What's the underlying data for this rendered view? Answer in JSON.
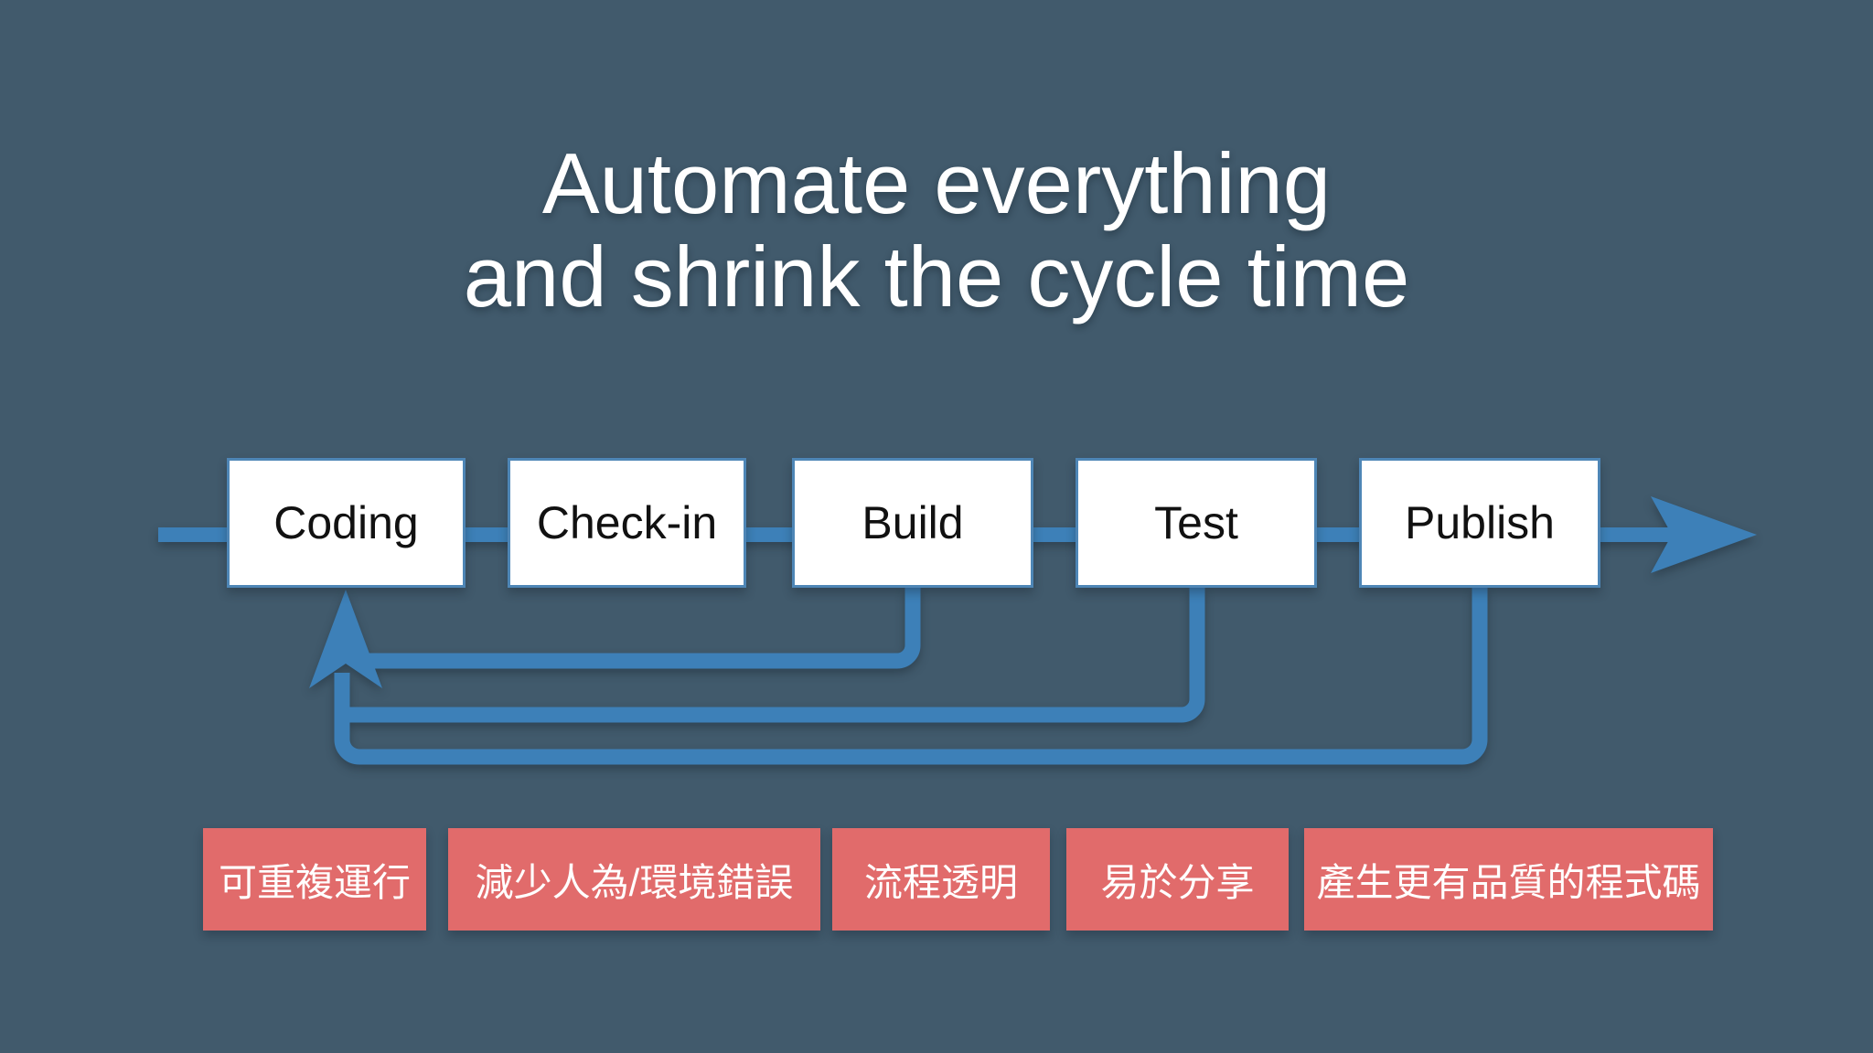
{
  "slide": {
    "title_line1": "Automate everything",
    "title_line2": "and shrink the cycle time"
  },
  "pipeline": {
    "stages": [
      {
        "label": "Coding"
      },
      {
        "label": "Check-in"
      },
      {
        "label": "Build"
      },
      {
        "label": "Test"
      },
      {
        "label": "Publish"
      }
    ],
    "flow_direction": "left-to-right",
    "feedback_loops": [
      {
        "from": "Build",
        "to": "Coding"
      },
      {
        "from": "Test",
        "to": "Coding"
      },
      {
        "from": "Publish",
        "to": "Coding"
      }
    ]
  },
  "benefits": [
    {
      "label": "可重複運行"
    },
    {
      "label": "減少人為/環境錯誤"
    },
    {
      "label": "流程透明"
    },
    {
      "label": "易於分享"
    },
    {
      "label": "產生更有品質的程式碼"
    }
  ],
  "colors": {
    "bg": "#415a6c",
    "blue": "#3d80b8",
    "box-border": "#4e86b6",
    "red": "#e16b6b",
    "title-color": "#ffffff",
    "stage-text": "#111111",
    "benefit-text": "#ffffff"
  }
}
